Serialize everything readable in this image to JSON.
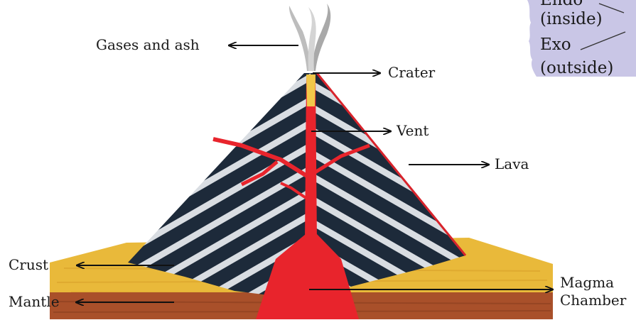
{
  "diagram": {
    "labels": {
      "gases_and_ash": "Gases and ash",
      "crater": "Crater",
      "vent": "Vent",
      "lava": "Lava",
      "crust": "Crust",
      "mantle": "Mantle",
      "magma_line1": "Magma",
      "magma_line2": "Chamber"
    },
    "note_box": {
      "line1": "Endo",
      "line2": "(inside)",
      "line3": "Exo",
      "line4": "(outside)"
    }
  },
  "colors": {
    "crust": "#e9b93a",
    "mantle": "#a9502a",
    "magma": "#e8242c",
    "dark_stripe": "#1d2a3a",
    "light_stripe": "#d9dde2",
    "note_bg": "#c9c6e6",
    "smoke": "#bdbdbd"
  }
}
